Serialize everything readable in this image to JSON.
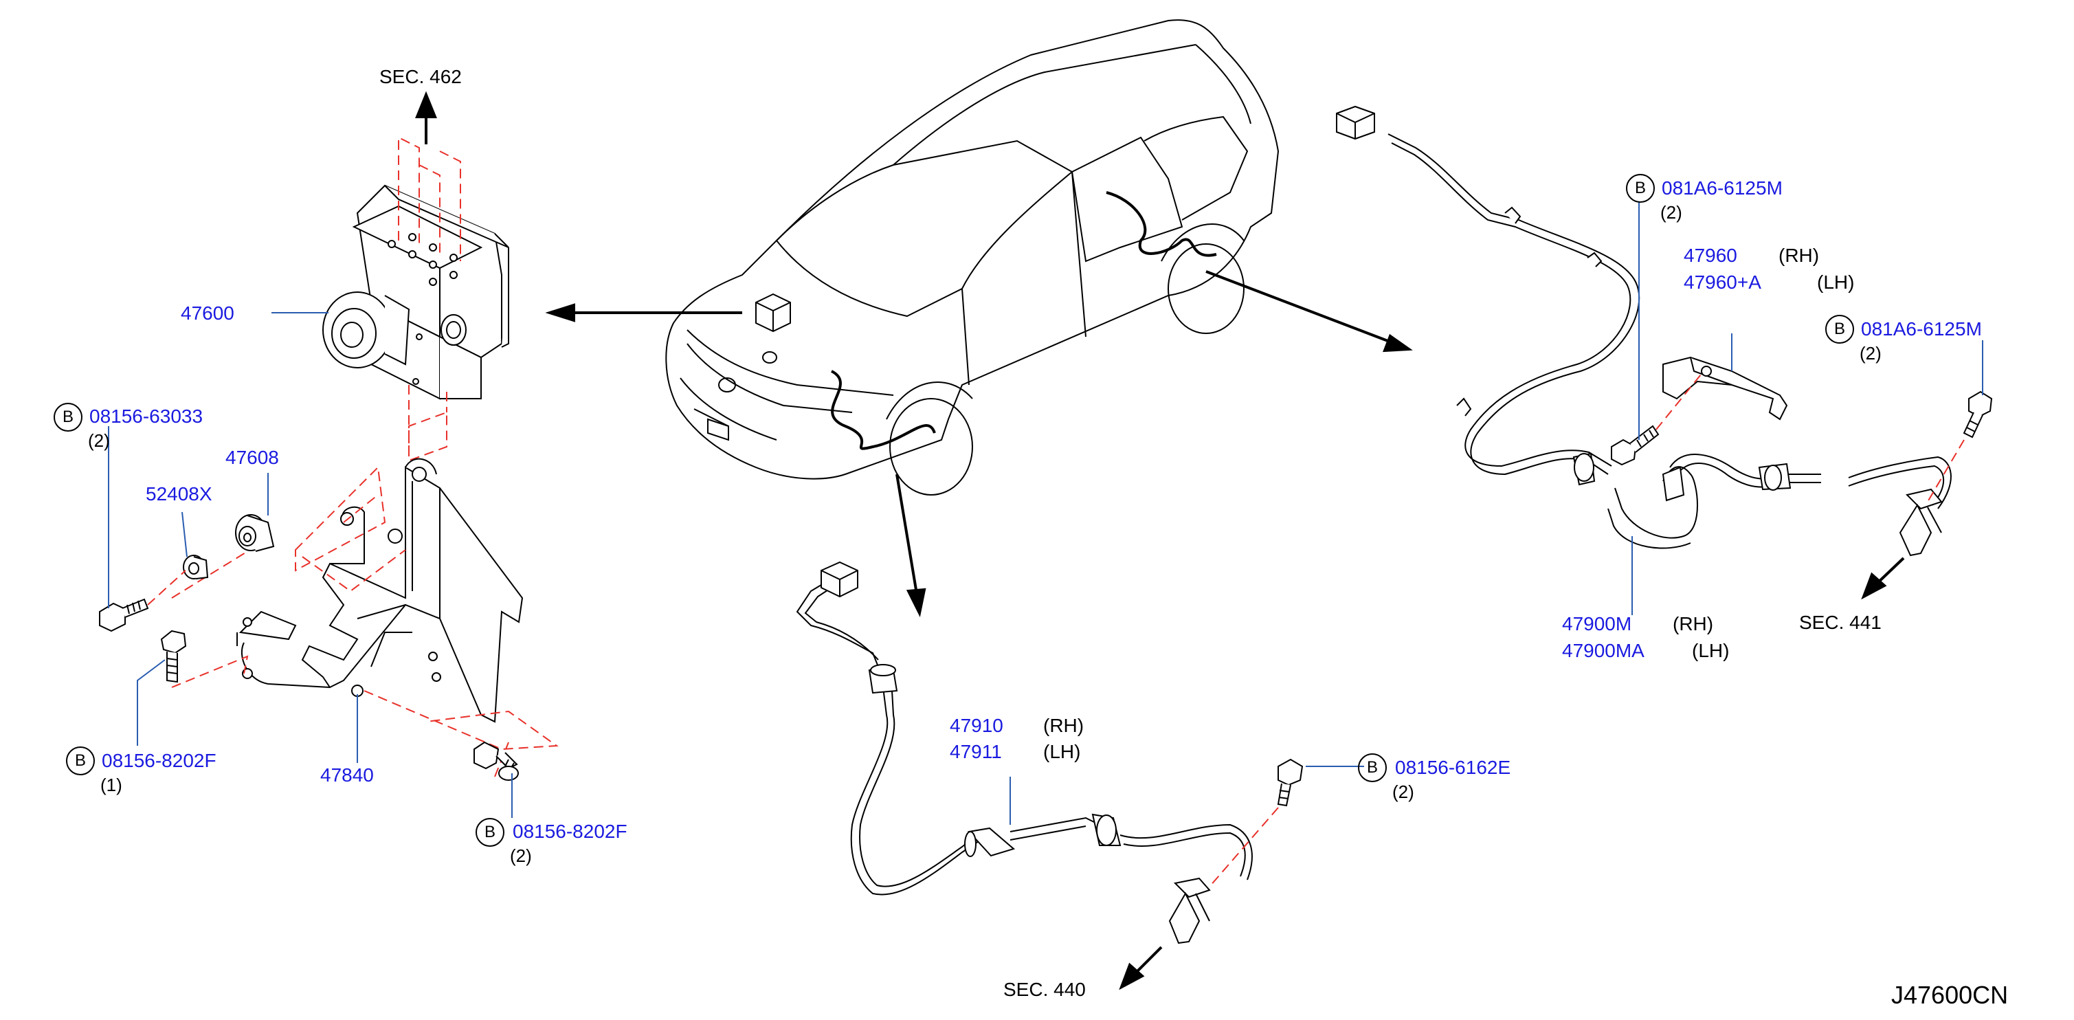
{
  "diagram": {
    "code": "J47600CN",
    "sections": {
      "sec462": "SEC. 462",
      "sec440": "SEC. 440",
      "sec441": "SEC. 441"
    },
    "parts": {
      "p47600": "47600",
      "p47608": "47608",
      "p52408x": "52408X",
      "p47840": "47840",
      "p47910": "47910",
      "p47911": "47911",
      "p47960": "47960",
      "p47960a": "47960+A",
      "p47900m": "47900M",
      "p47900ma": "47900MA"
    },
    "bolts": {
      "b08156_63033": "08156-63033",
      "b08156_8202f_1": "08156-8202F",
      "b08156_8202f_2": "08156-8202F",
      "b081a6_6125m_1": "081A6-6125M",
      "b081a6_6125m_2": "081A6-6125M",
      "b08156_6162e": "08156-6162E"
    },
    "quantities": {
      "q_63033": "(2)",
      "q_8202f_1": "(1)",
      "q_8202f_2": "(2)",
      "q_6125m_1": "(2)",
      "q_6125m_2": "(2)",
      "q_6162e": "(2)"
    },
    "sides": {
      "rh": "(RH)",
      "lh": "(LH)"
    },
    "bolt_marker": "B",
    "colors": {
      "part_number": "#1a1ae0",
      "leader": "#2a5db0",
      "phantom": "#e8312a",
      "line": "#000000"
    }
  }
}
